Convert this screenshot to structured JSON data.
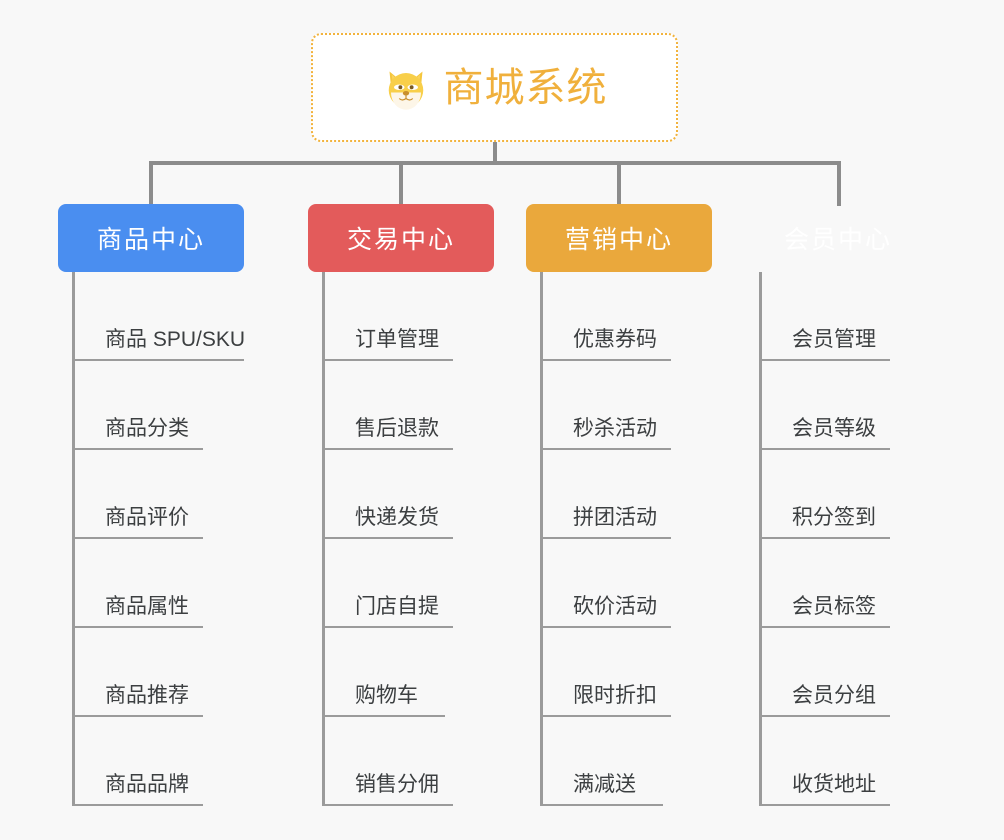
{
  "diagram": {
    "type": "org-chart",
    "background_color": "#f8f8f8",
    "connector_color": "#8c8c8c",
    "root": {
      "title": "商城系统",
      "icon": "shiba-dog-face-icon",
      "border_color": "#f2b33d",
      "text_color": "#f0b03c",
      "background_color": "#ffffff"
    },
    "categories": [
      {
        "label": "商品中心",
        "color": "#4a8ef0",
        "items": [
          "商品 SPU/SKU",
          "商品分类",
          "商品评价",
          "商品属性",
          "商品推荐",
          "商品品牌"
        ]
      },
      {
        "label": "交易中心",
        "color": "#e35b5b",
        "items": [
          "订单管理",
          "售后退款",
          "快递发货",
          "门店自提",
          "购物车",
          "销售分佣"
        ]
      },
      {
        "label": "营销中心",
        "color": "#eaa83c",
        "items": [
          "优惠券码",
          "秒杀活动",
          "拼团活动",
          "砍价活动",
          "限时折扣",
          "满减送"
        ]
      },
      {
        "label": "会员中心",
        "color": "#79c košer"
      }
    ]
  }
}
